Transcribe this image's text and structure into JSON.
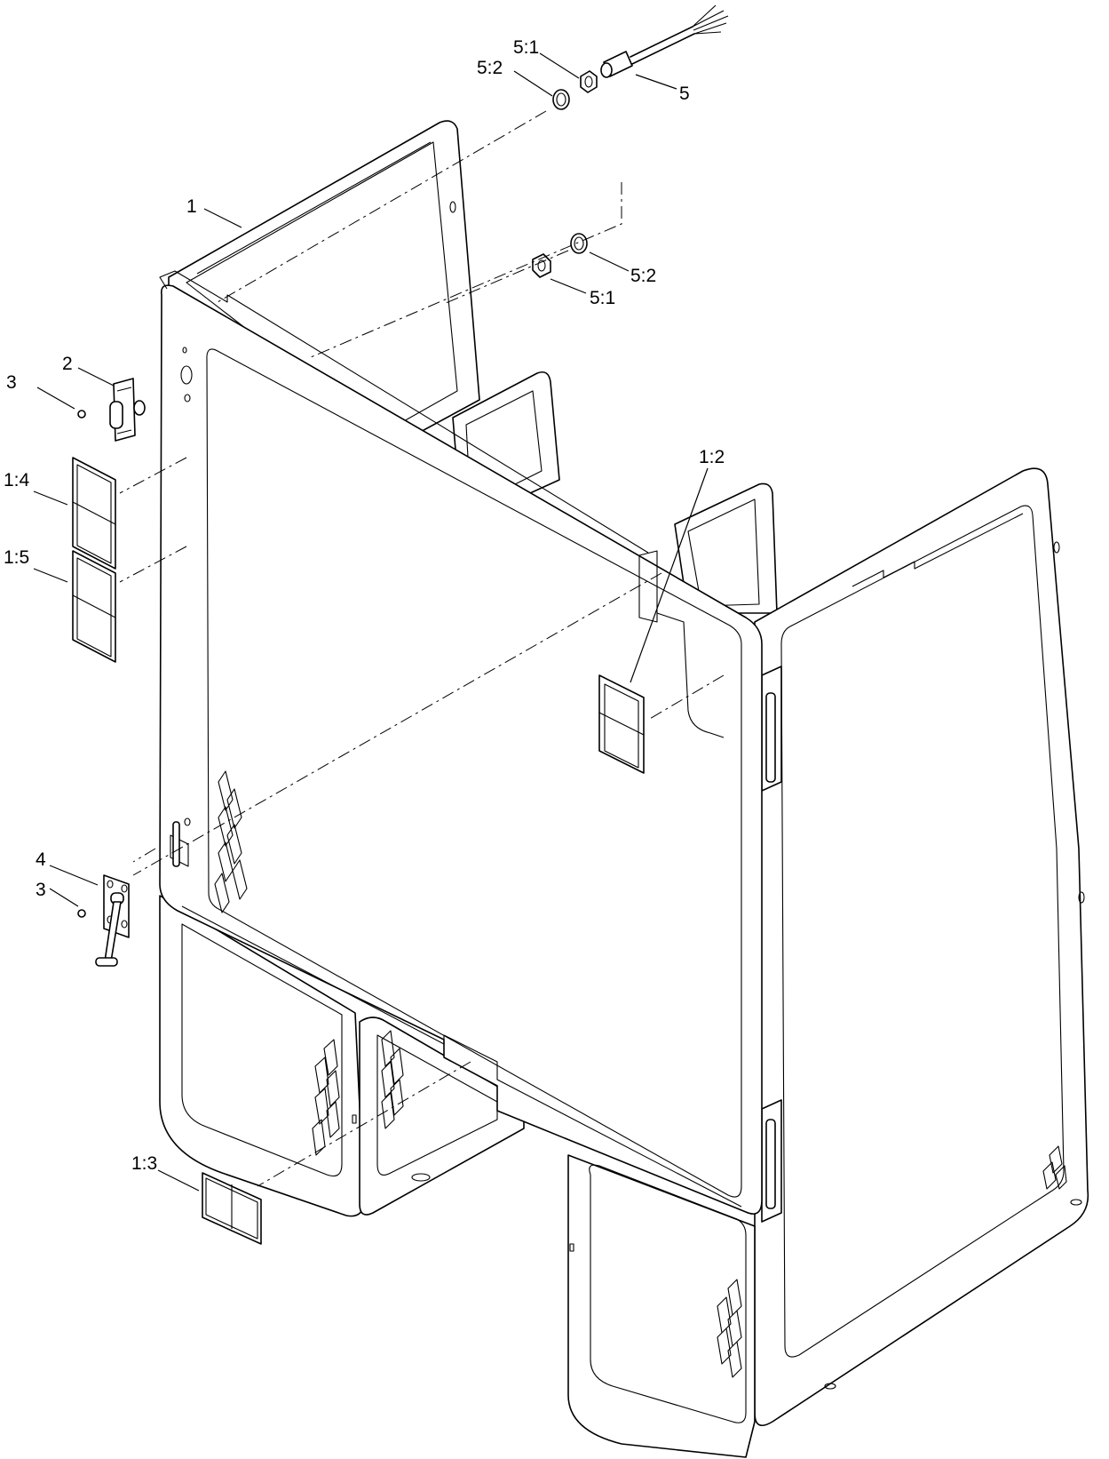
{
  "callouts": [
    {
      "id": "c-5-1-top",
      "text": "5:1"
    },
    {
      "id": "c-5-2-top",
      "text": "5:2"
    },
    {
      "id": "c-5",
      "text": "5"
    },
    {
      "id": "c-1",
      "text": "1"
    },
    {
      "id": "c-5-2-mid",
      "text": "5:2"
    },
    {
      "id": "c-5-1-mid",
      "text": "5:1"
    },
    {
      "id": "c-2",
      "text": "2"
    },
    {
      "id": "c-3-top",
      "text": "3"
    },
    {
      "id": "c-1-4",
      "text": "1:4"
    },
    {
      "id": "c-1-5",
      "text": "1:5"
    },
    {
      "id": "c-1-2",
      "text": "1:2"
    },
    {
      "id": "c-4",
      "text": "4"
    },
    {
      "id": "c-3-bot",
      "text": "3"
    },
    {
      "id": "c-1-3",
      "text": "1:3"
    }
  ]
}
